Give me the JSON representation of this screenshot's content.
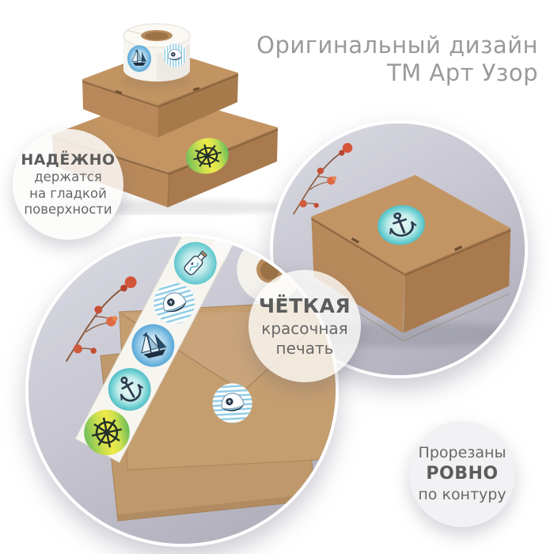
{
  "title": {
    "line1": "Оригинальный дизайн",
    "line2": "ТМ Арт Узор"
  },
  "badges": {
    "adhesion": {
      "line1": "НАДЁЖНО",
      "line2": "держатся",
      "line3": "на гладкой",
      "line4": "поверхности"
    },
    "print": {
      "line1": "ЧЁТКАЯ",
      "line2": "красочная",
      "line3": "печать"
    },
    "cut": {
      "line1": "Прорезаны",
      "line2": "РОВНО",
      "line3": "по контуру"
    }
  },
  "stickers": {
    "roll_top": [
      "sailing-ship",
      "captain-hat"
    ],
    "strip": [
      "message-in-bottle",
      "captain-hat",
      "sailing-ship",
      "anchor",
      "ship-wheel"
    ],
    "on_small_box": "ship-wheel",
    "on_mailer_box": "anchor",
    "on_envelope": "captain-hat"
  },
  "colors": {
    "kraft": "#bd8e60",
    "kraft_dark": "#a87a4d",
    "kraft_light": "#c79a6a",
    "photo_background": "#c4c3ce",
    "badge_text": "#686868",
    "title_text": "#9a9a9a",
    "teal": "#59c4cc",
    "blue": "#57a7d8",
    "green": "#6fbf5a",
    "yellow": "#efe94a",
    "ink": "#24364a",
    "flower": "#d0553a"
  }
}
